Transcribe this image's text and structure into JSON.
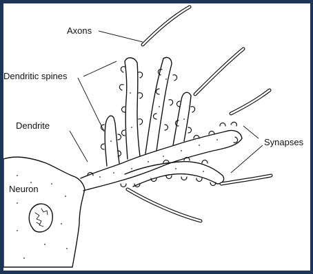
{
  "labels": {
    "axons": "Axons",
    "dendritic_spines": "Dendritic spines",
    "dendrite": "Dendrite",
    "synapses": "Synapses",
    "neuron": "Neuron"
  },
  "colors": {
    "frame": "#1d3557",
    "background": "#ffffff",
    "ink": "#111111"
  }
}
